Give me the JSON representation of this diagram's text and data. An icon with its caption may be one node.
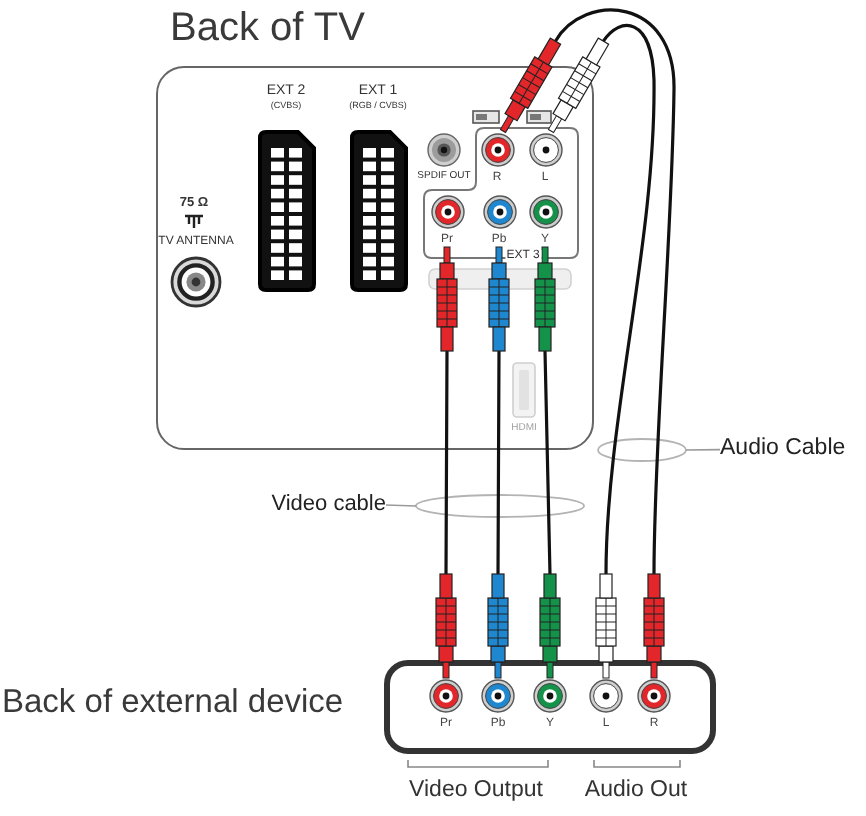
{
  "diagram": {
    "nodes": [
      {
        "text": [
          "Back of TV"
        ]
      },
      {
        "text": [
          "EXT 3"
        ],
        "in": 0
      },
      {
        "text": [
          "R"
        ],
        "in": 1
      },
      {
        "text": [
          "L"
        ],
        "in": 1
      },
      {
        "text": [
          "Pr"
        ],
        "in": 1
      },
      {
        "text": [
          "Pb"
        ],
        "in": 1
      },
      {
        "text": [
          "Y"
        ],
        "in": 1
      },
      {
        "text": [
          "Audio Cable"
        ]
      },
      {
        "text": [],
        "shape": "ellipse"
      },
      {
        "text": [
          "Video cable"
        ]
      },
      {
        "text": [],
        "shape": "ellipse"
      },
      {
        "text": [
          "Back of external device"
        ]
      },
      {
        "text": [
          "Pr"
        ],
        "in": 11
      },
      {
        "text": [
          "Pb"
        ],
        "in": 11
      },
      {
        "text": [
          "Y"
        ],
        "in": 11
      },
      {
        "text": [
          "L"
        ],
        "in": 11
      },
      {
        "text": [
          "R"
        ],
        "in": 11
      }
    ],
    "edges": [
      {
        "from": 4,
        "to": 12,
        "arrow": "other"
      },
      {
        "from": 5,
        "to": 13,
        "arrow": "other"
      },
      {
        "from": 6,
        "to": 14,
        "arrow": "other"
      },
      {
        "from": 2,
        "to": 16,
        "arrow": "other"
      },
      {
        "from": 3,
        "to": 15,
        "arrow": "other"
      },
      {
        "from": 7,
        "to": 8,
        "arrow": "none",
        "color": "#999999"
      },
      {
        "from": 9,
        "to": 10,
        "arrow": "none",
        "color": "#999999"
      }
    ],
    "labels": [
      "EXT 2",
      "(CVBS)",
      "EXT 1",
      "(RGB / CVBS)",
      "SPDIF OUT",
      "75 Ω",
      "TV ANTENNA",
      "HDMI",
      "Video Output",
      "Audio Out"
    ]
  }
}
